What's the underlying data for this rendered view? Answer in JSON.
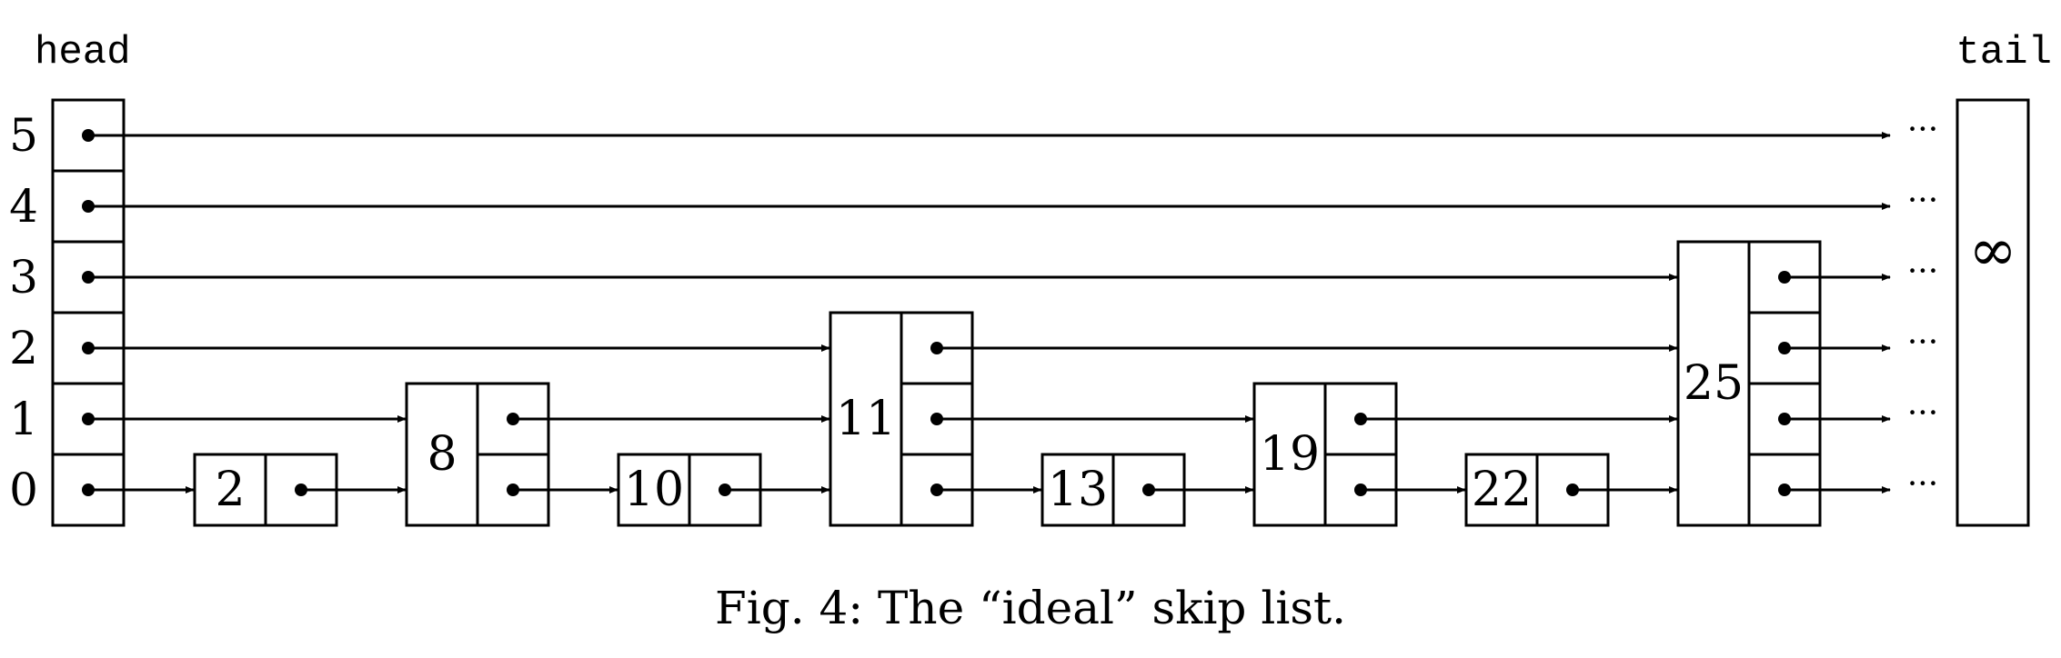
{
  "head_label": "head",
  "tail_label": "tail",
  "tail_symbol": "∞",
  "ellipsis": "···",
  "level_labels": [
    "0",
    "1",
    "2",
    "3",
    "4",
    "5"
  ],
  "nodes": [
    {
      "key": "2",
      "height": 1
    },
    {
      "key": "8",
      "height": 2
    },
    {
      "key": "10",
      "height": 1
    },
    {
      "key": "11",
      "height": 3
    },
    {
      "key": "13",
      "height": 1
    },
    {
      "key": "19",
      "height": 2
    },
    {
      "key": "22",
      "height": 1
    },
    {
      "key": "25",
      "height": 4
    }
  ],
  "caption": "Fig. 4: The “ideal” skip list.",
  "colors": {
    "ink": "#000000",
    "background": "#ffffff"
  }
}
